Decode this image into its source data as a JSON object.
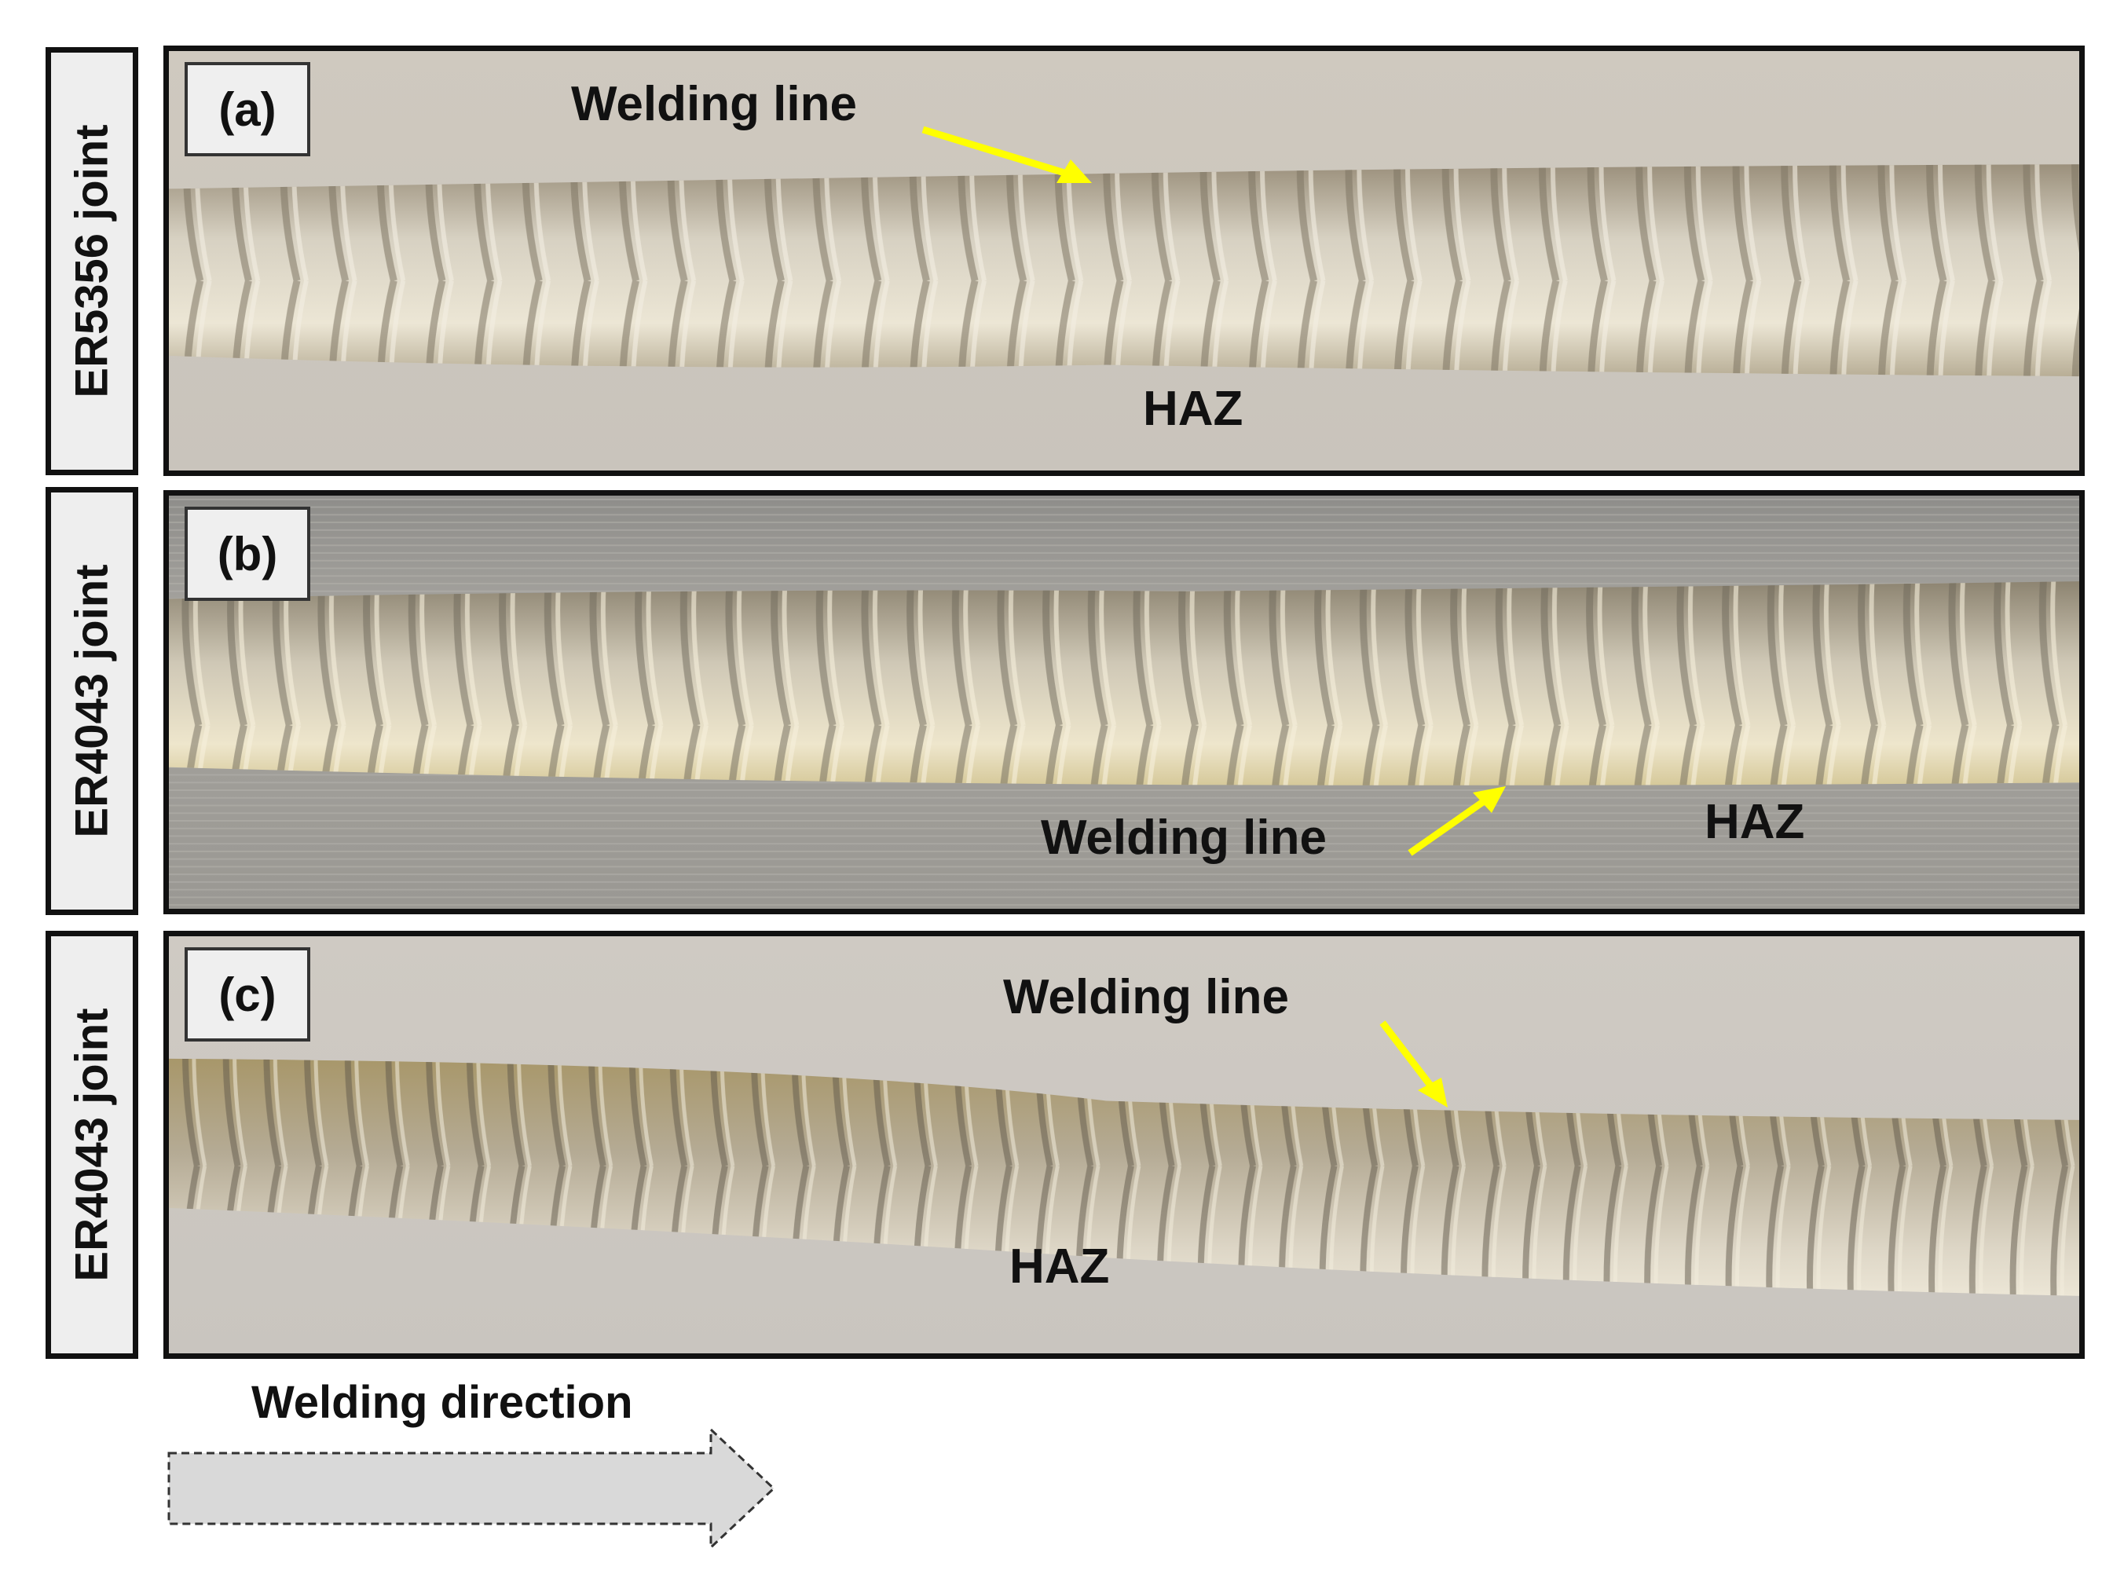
{
  "panels": [
    {
      "tag": "(a)",
      "side_label": "ER5356 joint",
      "welding_line_label": "Welding line",
      "haz_label": "HAZ"
    },
    {
      "tag": "(b)",
      "side_label": "ER4043 joint",
      "welding_line_label": "Welding line",
      "haz_label": "HAZ"
    },
    {
      "tag": "(c)",
      "side_label": "ER4043 joint",
      "welding_line_label": "Welding line",
      "haz_label": "HAZ"
    }
  ],
  "direction_label": "Welding direction",
  "colors": {
    "arrow": "#ffff00",
    "frame": "#111111",
    "direction_arrow_fill": "#d9d9d9"
  }
}
